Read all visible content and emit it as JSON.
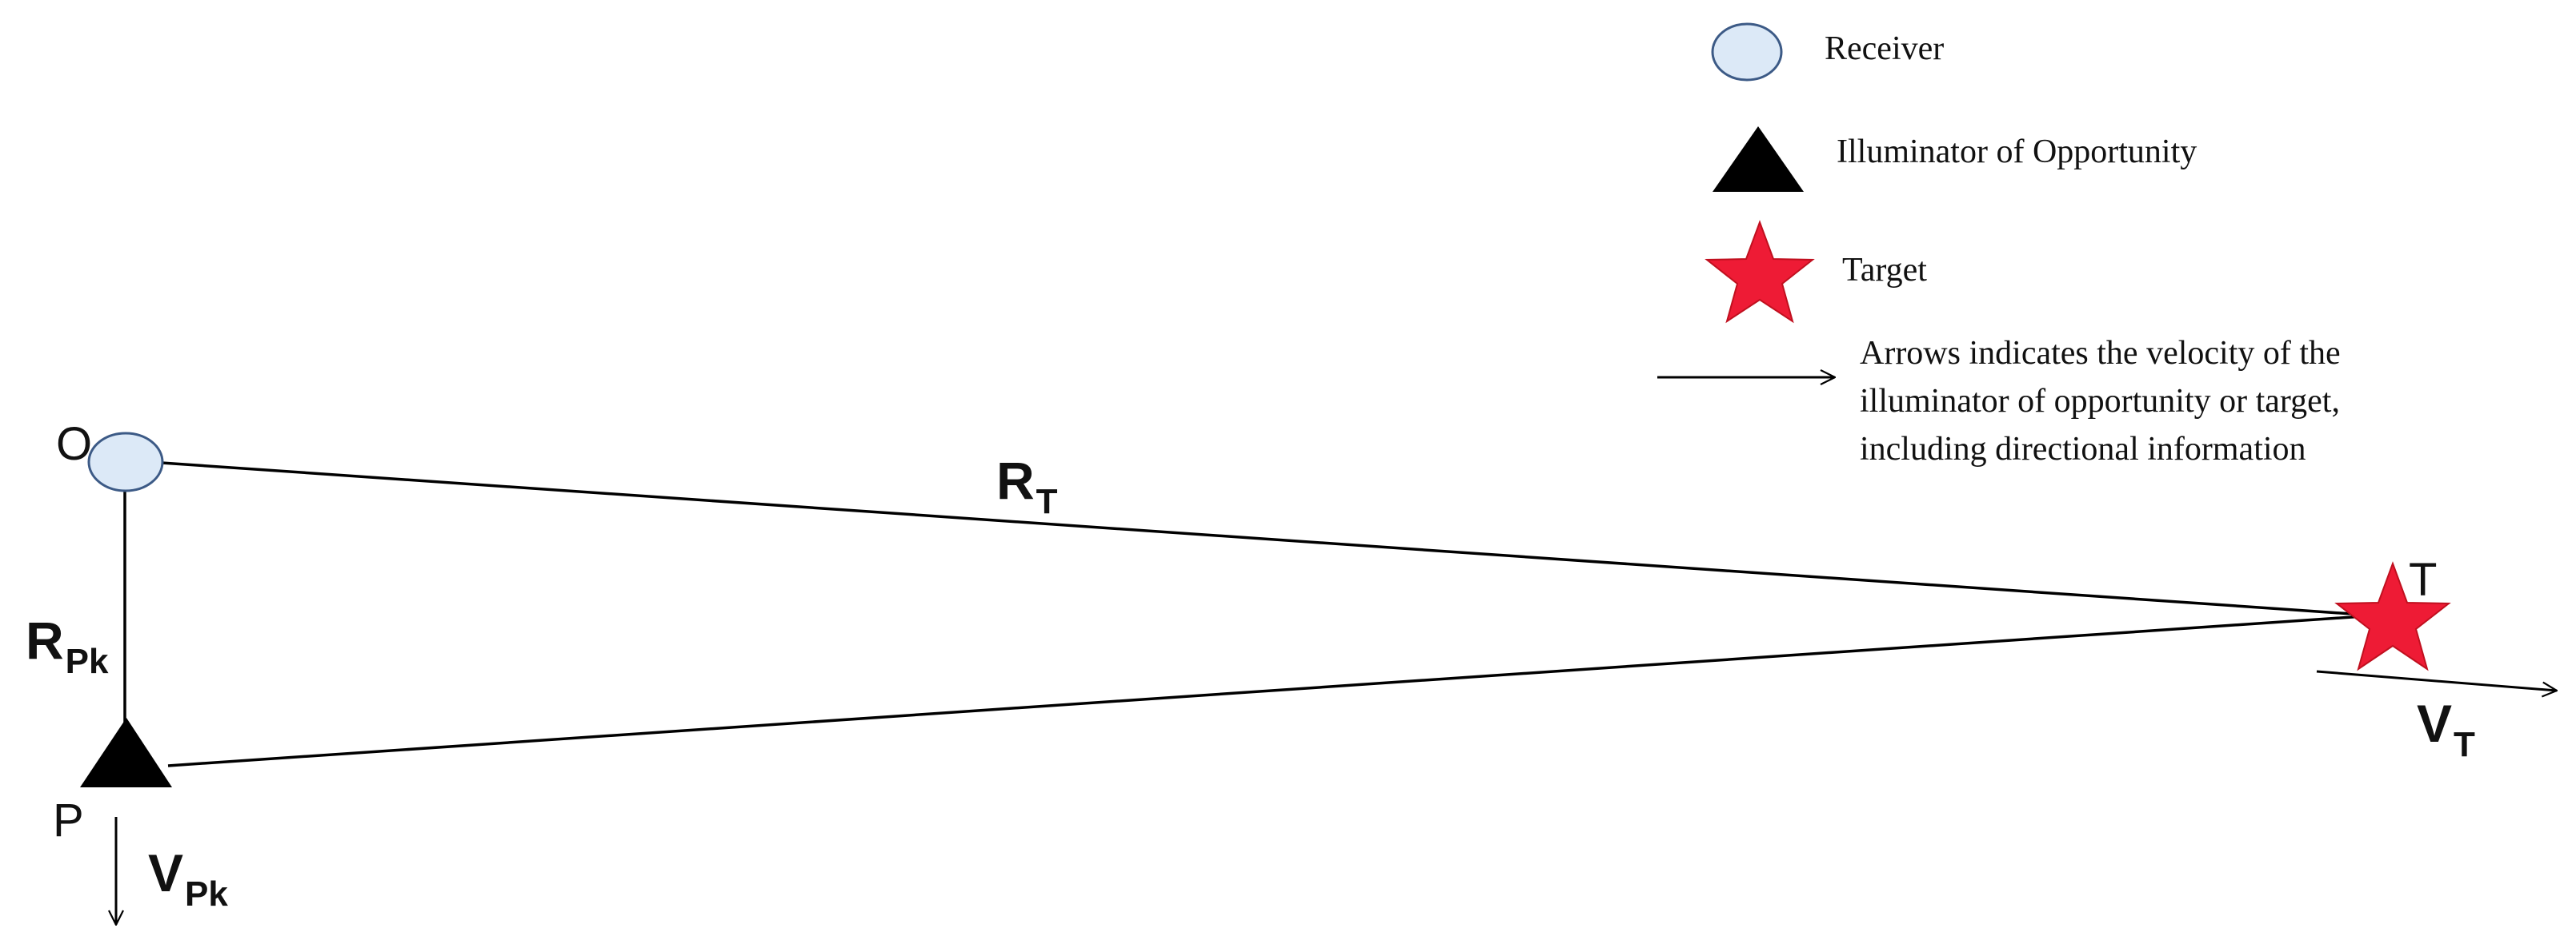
{
  "legend": {
    "receiver": "Receiver",
    "illuminator": "Illuminator of Opportunity",
    "target": "Target",
    "arrow_lines": [
      "Arrows indicates the velocity of the",
      "illuminator of opportunity or target,",
      "including directional information"
    ]
  },
  "points": {
    "receiver": "O",
    "illuminator": "P",
    "target": "T"
  },
  "labels": {
    "rt_main": "R",
    "rt_sub": "T",
    "rpk_main": "R",
    "rpk_sub": "Pk",
    "vt_main": "V",
    "vt_sub": "T",
    "vpk_main": "V",
    "vpk_sub": "Pk"
  },
  "colors": {
    "receiver_fill": "#dce9f7",
    "receiver_stroke": "#3c5a86",
    "illuminator_fill": "#000000",
    "target_fill": "#ee1b35",
    "line": "#000000"
  }
}
